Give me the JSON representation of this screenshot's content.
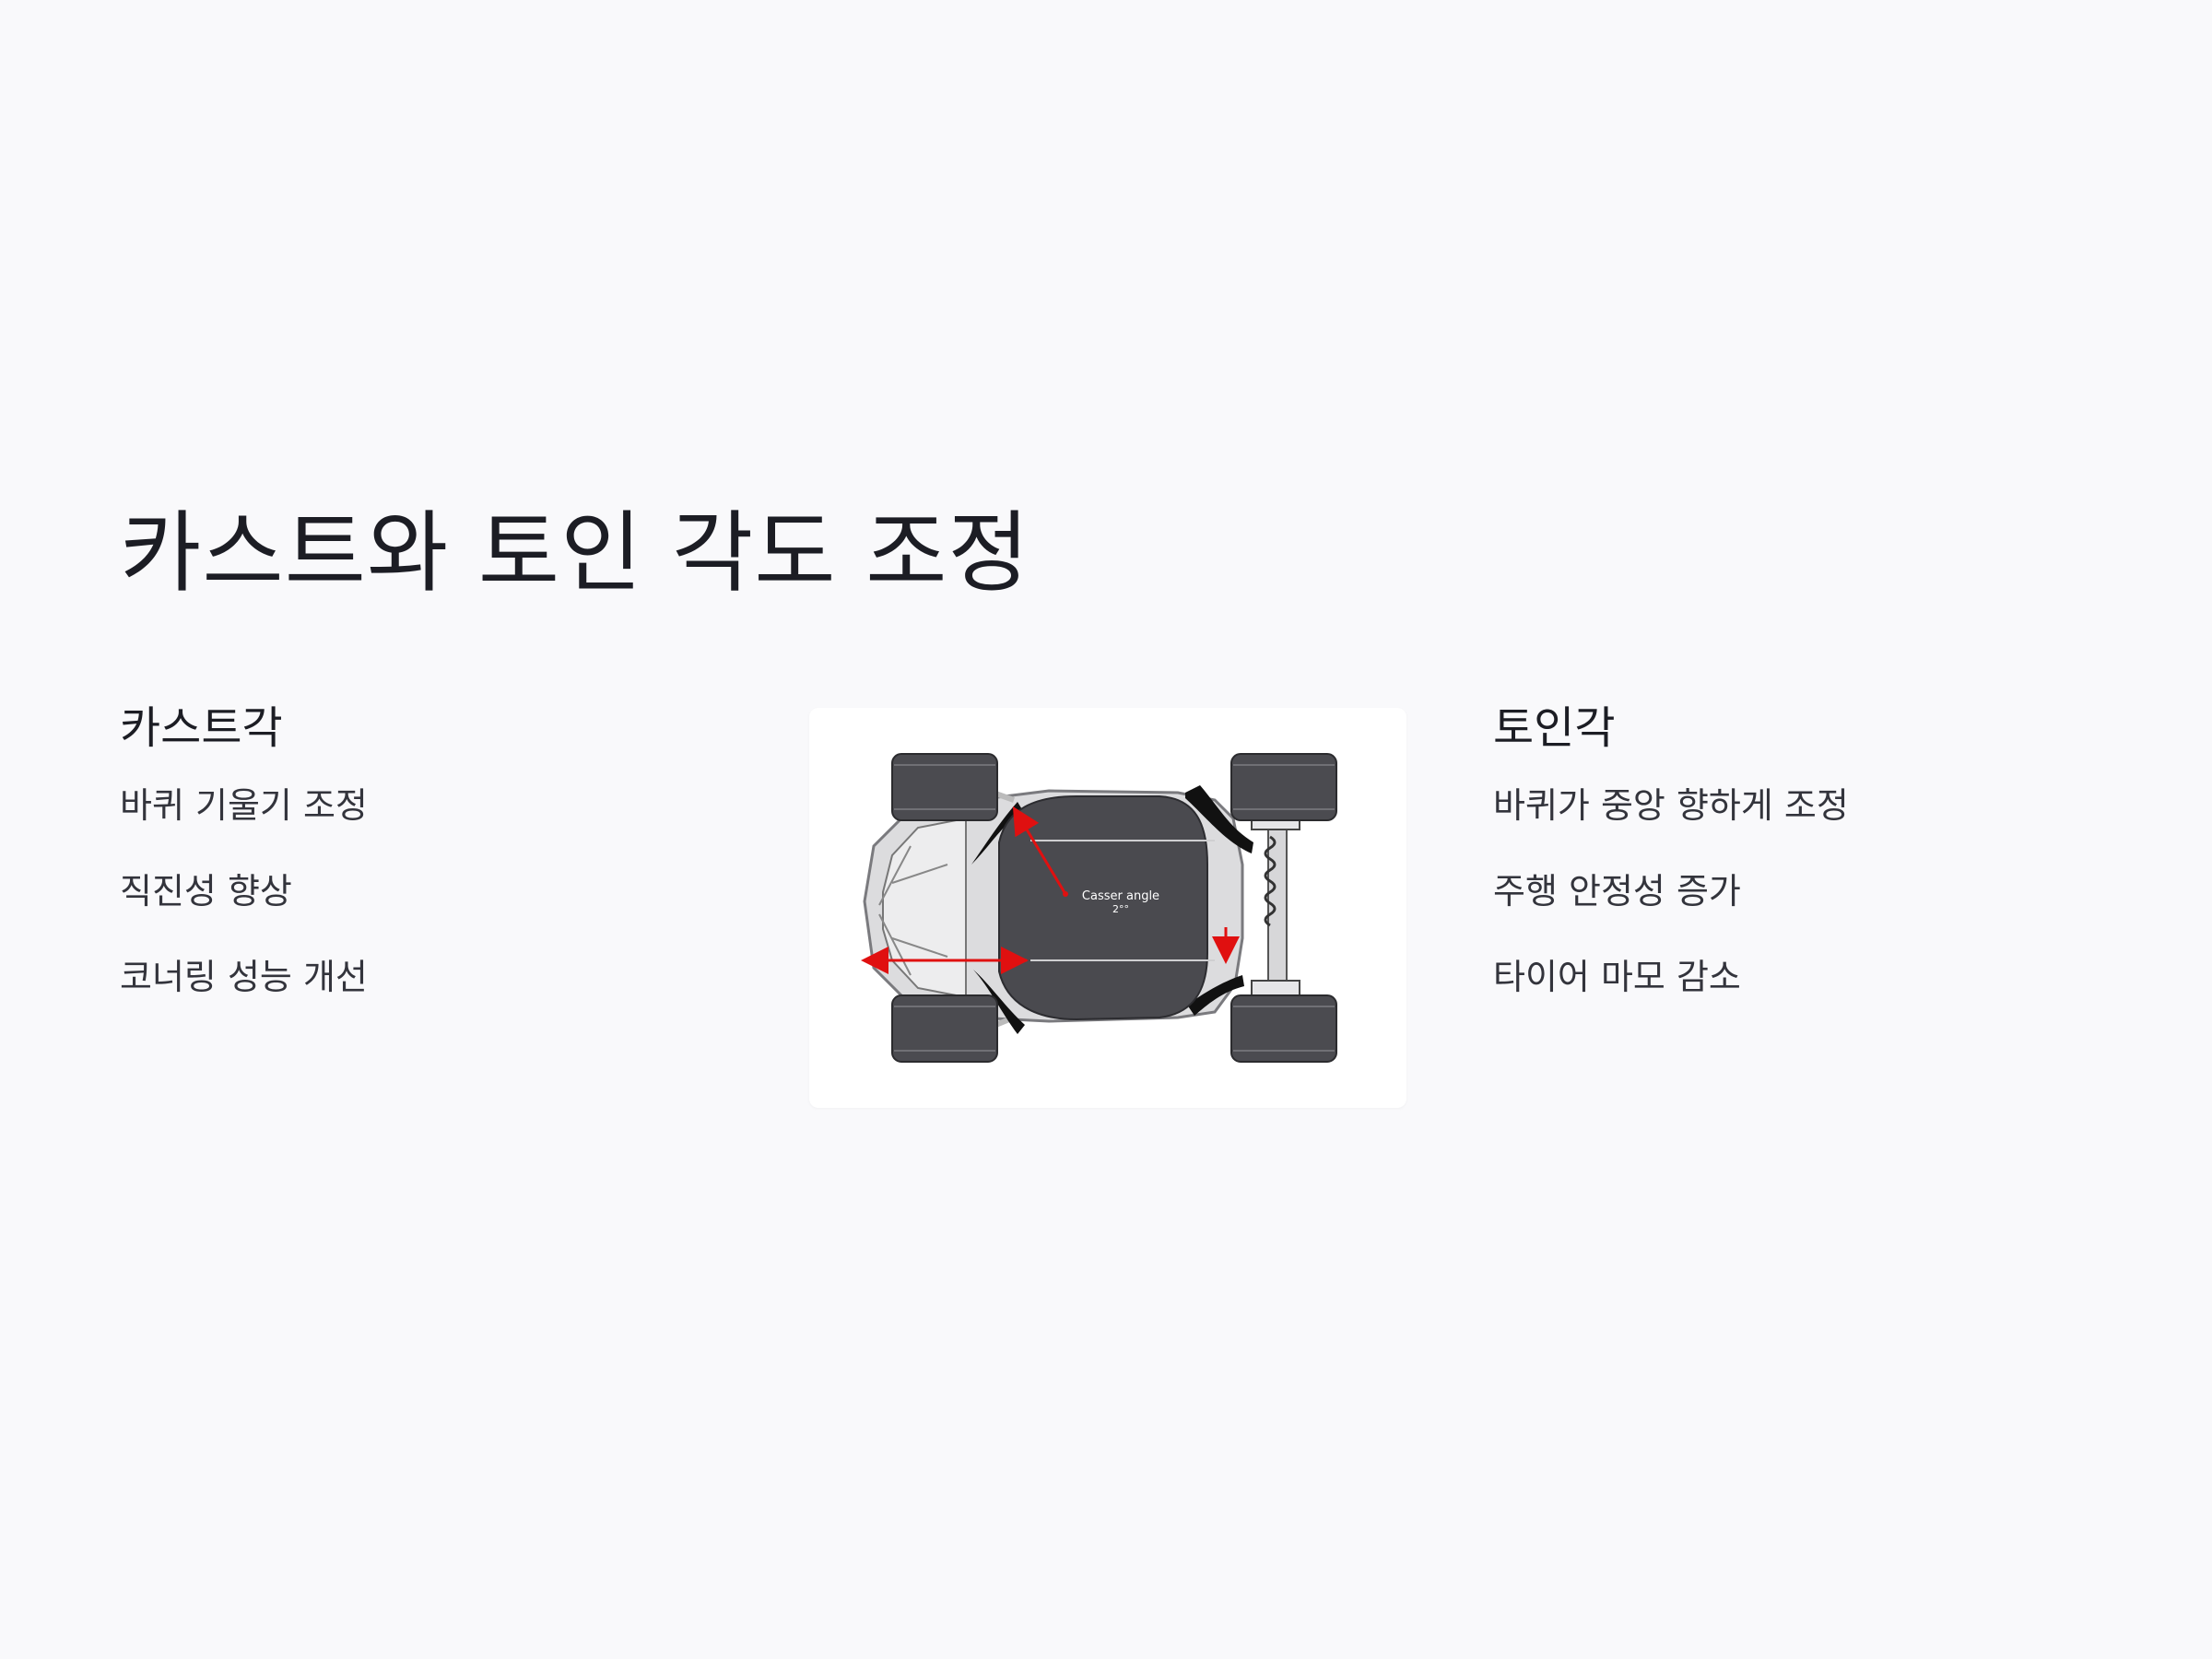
{
  "slide": {
    "title": "카스트와 토인 각도 조정"
  },
  "left": {
    "heading": "카스트각",
    "items": [
      "바퀴 기울기 조정",
      "직진성 향상",
      "코너링 성능 개선"
    ]
  },
  "right": {
    "heading": "토인각",
    "items": [
      "바퀴가 중앙 향하게 조정",
      "주행 안정성 증가",
      "타이어 마모 감소"
    ]
  },
  "figure": {
    "label_line1": "Casser angle",
    "label_line2": "2°°"
  }
}
